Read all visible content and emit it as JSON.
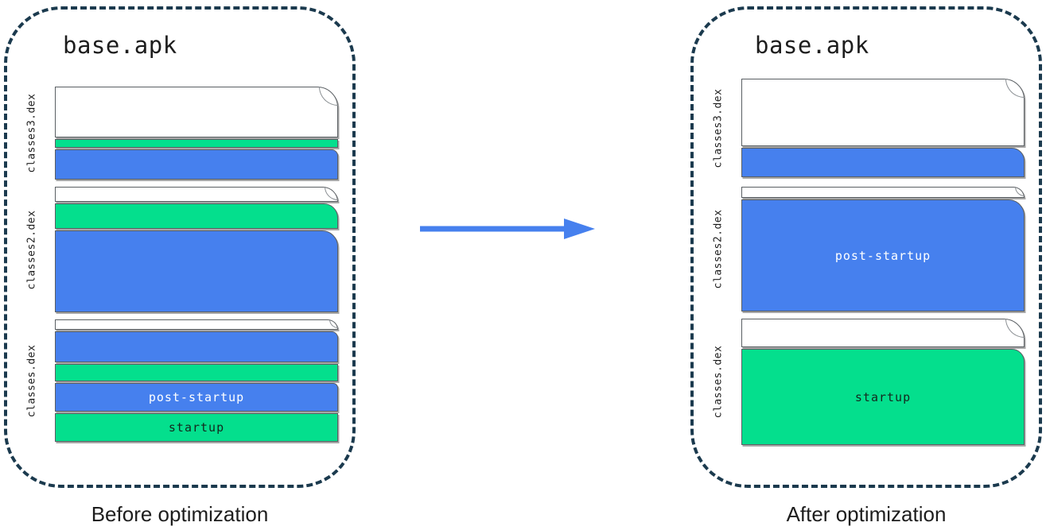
{
  "colors": {
    "blue": "#4680EE",
    "green": "#04DF8D",
    "container_border": "#1B3A4E",
    "box_border": "#5A5F63",
    "text": "#1D1D1D",
    "label_on_blue": "#FFFFFF",
    "label_on_green": "#14281E"
  },
  "arrow": {
    "meaning": "before-to-after",
    "direction": "right"
  },
  "panels": [
    {
      "id": "before",
      "caption": "Before optimization",
      "apk_label": "base.apk",
      "files": [
        {
          "name": "classes3.dex",
          "segments": [
            {
              "kind": "empty",
              "h": 64
            },
            {
              "kind": "startup",
              "h": 11
            },
            {
              "kind": "post_startup",
              "h": 38,
              "r": 8
            }
          ]
        },
        {
          "name": "classes2.dex",
          "segments": [
            {
              "kind": "empty",
              "h": 19
            },
            {
              "kind": "startup",
              "h": 32,
              "r": 18
            },
            {
              "kind": "post_startup",
              "h": 103,
              "r": 20
            }
          ]
        },
        {
          "name": "classes.dex",
          "segments": [
            {
              "kind": "empty",
              "h": 13
            },
            {
              "kind": "post_startup",
              "h": 39,
              "r": 8
            },
            {
              "kind": "startup",
              "h": 22
            },
            {
              "kind": "post_startup",
              "h": 36,
              "r": 6,
              "label": "post-startup"
            },
            {
              "kind": "startup",
              "h": 36,
              "label": "startup"
            }
          ]
        }
      ]
    },
    {
      "id": "after",
      "caption": "After optimization",
      "apk_label": "base.apk",
      "files": [
        {
          "name": "classes3.dex",
          "segments": [
            {
              "kind": "empty",
              "h": 85
            },
            {
              "kind": "post_startup",
              "h": 37,
              "r": 16
            }
          ]
        },
        {
          "name": "classes2.dex",
          "segments": [
            {
              "kind": "empty",
              "h": 14
            },
            {
              "kind": "post_startup",
              "h": 141,
              "r": 20,
              "label": "post-startup"
            }
          ]
        },
        {
          "name": "classes.dex",
          "segments": [
            {
              "kind": "empty",
              "h": 36
            },
            {
              "kind": "startup",
              "h": 121,
              "r": 16,
              "label": "startup"
            }
          ]
        }
      ]
    }
  ]
}
